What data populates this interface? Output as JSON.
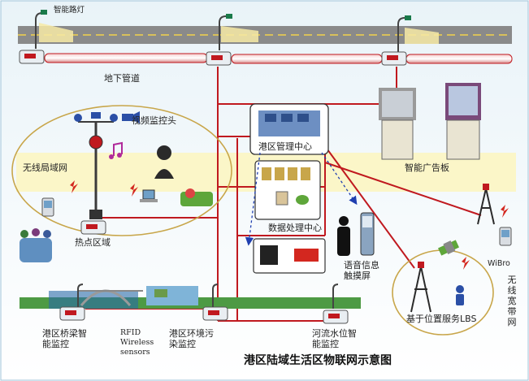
{
  "title": "港区陆域生活区物联网示意图",
  "labels": {
    "smart_streetlight": "智能路灯",
    "underground_pipe": "地下管道",
    "video_camera": "视频监控头",
    "wireless_lan": "无线局域网",
    "hotspot_zone": "热点区域",
    "port_control_center": "港区管理中心",
    "data_center": "数据处理中心",
    "smart_billboard": "智能广告板",
    "voice_screen": "语音信息触摸屏",
    "wibro": "WiBro",
    "wireless_broadband": "无线宽带网",
    "lbs": "基于位置服务LBS",
    "bridge_monitor": "港区桥梁智能监控",
    "rfid": "RFID Wireless sensors",
    "env_monitor": "港区环境污染监控",
    "river_monitor": "河流水位智能监控"
  },
  "colors": {
    "road": "#8a8a8a",
    "road_line": "#f2d24a",
    "link": "#c0191f",
    "pipe": "#e8a7a7",
    "zone_border": "#c8a64a",
    "band": "#fbf6c8",
    "data_arrow": "#1f3fb0"
  }
}
